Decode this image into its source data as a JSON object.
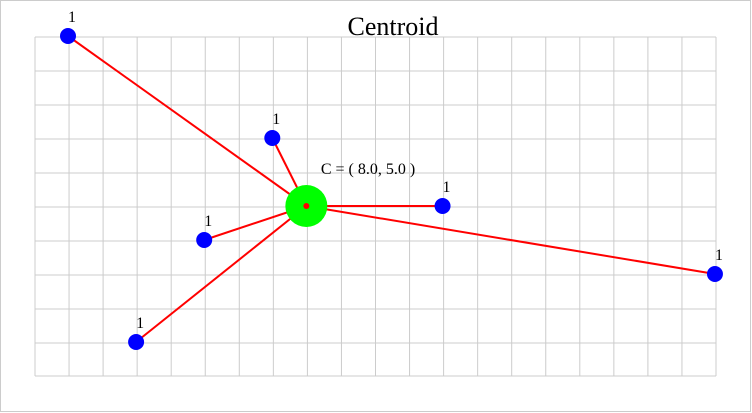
{
  "title": "Centroid",
  "centroid": {
    "label": "C = ( 8.0, 5.0 )",
    "x": 8.0,
    "y": 5.0
  },
  "grid": {
    "x_min": 0,
    "x_max": 20,
    "y_min": 0,
    "y_max": 10,
    "step": 1,
    "visible": true
  },
  "points": [
    {
      "x": 1,
      "y": 10,
      "weight": "1"
    },
    {
      "x": 7,
      "y": 7,
      "weight": "1"
    },
    {
      "x": 12,
      "y": 5,
      "weight": "1"
    },
    {
      "x": 5,
      "y": 4,
      "weight": "1"
    },
    {
      "x": 20,
      "y": 3,
      "weight": "1"
    },
    {
      "x": 3,
      "y": 1,
      "weight": "1"
    }
  ],
  "colors": {
    "background": "#ffffff",
    "grid": "#cccccc",
    "border": "#cccccc",
    "line": "#ff0000",
    "point": "#0000ff",
    "centroid": "#00ff00",
    "text": "#000000"
  }
}
